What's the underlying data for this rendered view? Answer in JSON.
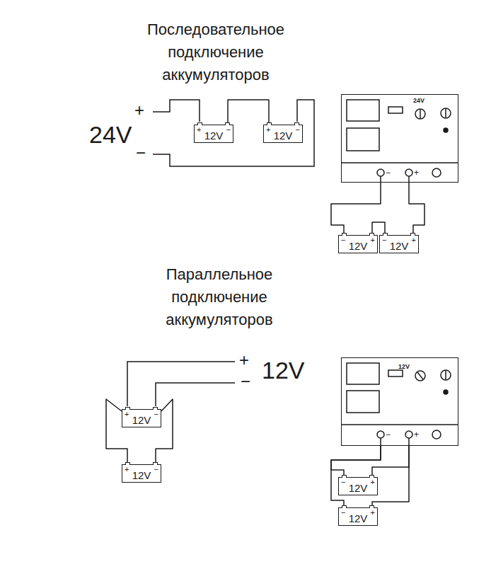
{
  "diagram": {
    "title": "Последовательное подключение аккумуляторов",
    "nodes": [
      {
        "text": [
          "+",
          "12V",
          "−"
        ]
      },
      {
        "text": [
          "+",
          "12V",
          "−"
        ]
      },
      {
        "text": [
          "24V",
          "−",
          "+"
        ]
      },
      {
        "text": [
          "−",
          "12V",
          "+"
        ]
      },
      {
        "text": [
          "−",
          "12V",
          "+"
        ]
      },
      {
        "text": [
          "+",
          "12V",
          "−"
        ]
      },
      {
        "text": [
          "+",
          "12V",
          "−"
        ]
      },
      {
        "text": [
          "12V",
          "−",
          "+"
        ]
      },
      {
        "text": [
          "−",
          "12V",
          "+"
        ]
      },
      {
        "text": [
          "−",
          "12V",
          "+"
        ]
      }
    ],
    "edges": [
      {
        "from": 0,
        "to": 1,
        "arrow": "none"
      },
      {
        "from": 2,
        "to": 3,
        "arrow": "none"
      },
      {
        "from": 3,
        "to": 4,
        "arrow": "none"
      },
      {
        "from": 4,
        "to": 2,
        "arrow": "none"
      },
      {
        "from": 5,
        "to": 6,
        "arrow": "none"
      },
      {
        "from": 5,
        "to": 6,
        "arrow": "none"
      },
      {
        "from": 7,
        "to": 8,
        "arrow": "none"
      },
      {
        "from": 7,
        "to": 9,
        "arrow": "none"
      },
      {
        "from": 7,
        "to": 8,
        "arrow": "none"
      },
      {
        "from": 7,
        "to": 9,
        "arrow": "none"
      }
    ],
    "labels": [
      "+",
      "24V",
      "−",
      "Параллельное подключение аккумуляторов",
      "+",
      "12V",
      "−"
    ]
  }
}
